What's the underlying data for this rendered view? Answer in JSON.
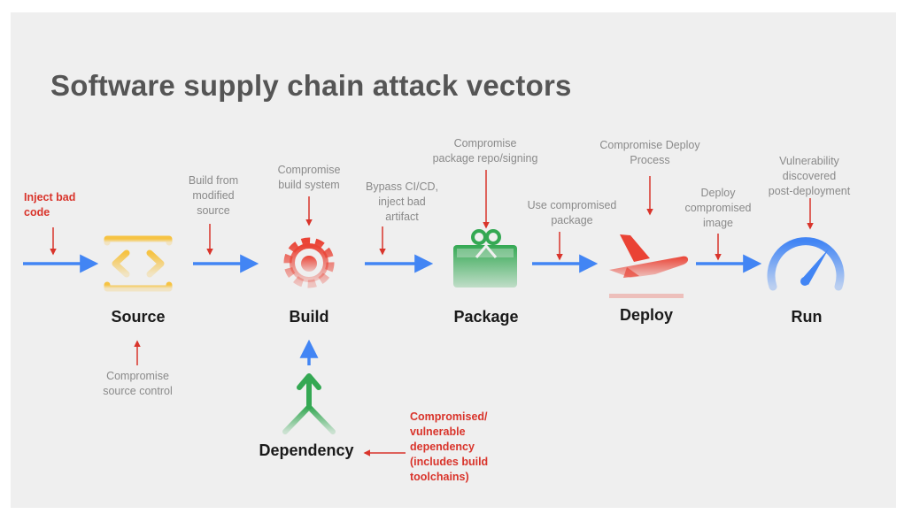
{
  "title": "Software supply chain attack vectors",
  "stages": {
    "source": "Source",
    "build": "Build",
    "package": "Package",
    "deploy": "Deploy",
    "run": "Run",
    "dependency": "Dependency"
  },
  "vectors": {
    "inject_bad_code": "Inject bad\ncode",
    "compromise_source_control": "Compromise\nsource control",
    "build_from_modified_source": "Build from\nmodified\nsource",
    "compromise_build_system": "Compromise\nbuild system",
    "bypass_cicd": "Bypass CI/CD,\ninject bad\nartifact",
    "compromise_package_repo": "Compromise\npackage repo/signing",
    "use_compromised_package": "Use compromised\npackage",
    "compromise_deploy_process": "Compromise Deploy\nProcess",
    "deploy_compromised_image": "Deploy\ncompromised\nimage",
    "vulnerability_post_deployment": "Vulnerability\ndiscovered\npost-deployment",
    "compromised_dependency": "Compromised/\nvulnerable\ndependency\n(includes build\ntoolchains)"
  },
  "colors": {
    "flow_arrow": "#4285f4",
    "attack_arrow": "#d9342b",
    "source_icon": "#f6c343",
    "build_icon": "#ea4335",
    "package_icon": "#34a853",
    "deploy_icon": "#ea4335",
    "run_icon": "#4285f4",
    "dependency_icon": "#34a853"
  },
  "icons": {
    "source": "code-brackets-icon",
    "build": "gear-icon",
    "package": "gift-box-icon",
    "deploy": "airplane-takeoff-icon",
    "run": "speedometer-icon",
    "dependency": "merge-arrow-icon"
  }
}
